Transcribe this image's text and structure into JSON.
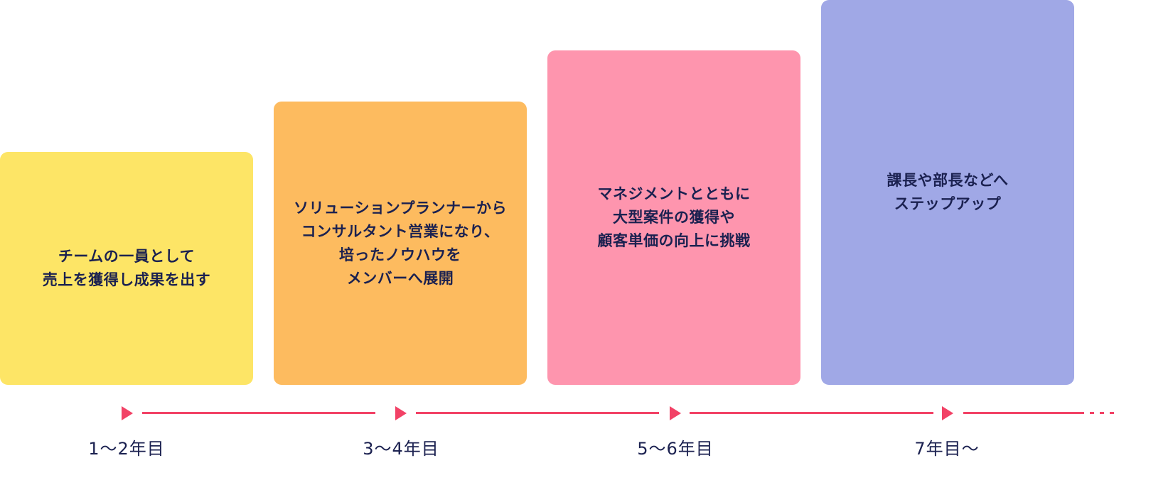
{
  "colors": {
    "stage1": "#fde566",
    "stage2": "#fdbb5f",
    "stage3": "#fe95ae",
    "stage4": "#a0a8e6",
    "timeline": "#f24266",
    "text": "#1b2150"
  },
  "stages": [
    {
      "text": "チームの一員として\n売上を獲得し成果を出す",
      "period": "1〜2年目"
    },
    {
      "text": "ソリューションプランナーから\nコンサルタント営業になり、\n培ったノウハウを\nメンバーへ展開",
      "period": "3〜4年目"
    },
    {
      "text": "マネジメントとともに\n大型案件の獲得や\n顧客単価の向上に挑戦",
      "period": "5〜6年目"
    },
    {
      "text": "課長や部長などへ\nステップアップ",
      "period": "7年目〜"
    }
  ]
}
